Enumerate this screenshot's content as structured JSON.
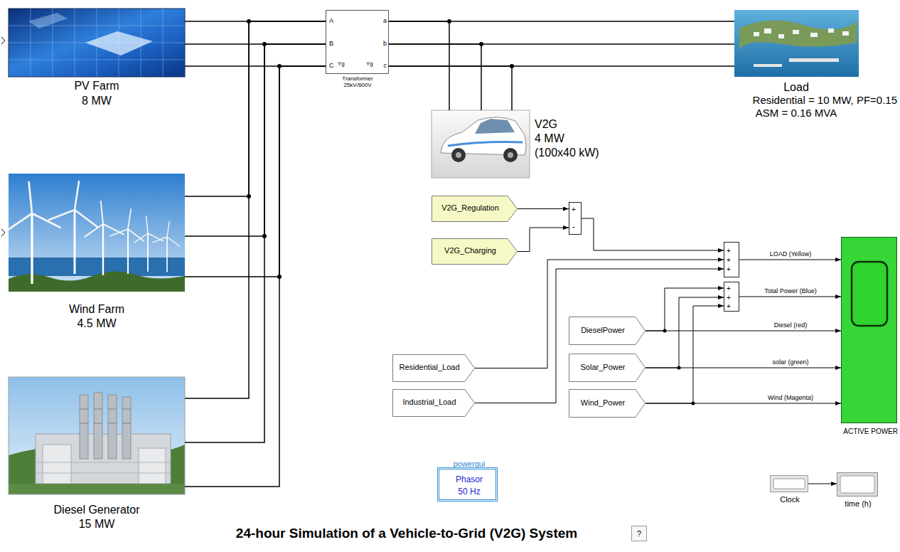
{
  "diagram": {
    "title": "24-hour Simulation of a Vehicle-to-Grid (V2G) System",
    "nodes": [
      {
        "text": [
          "PV Farm",
          "8 MW"
        ]
      },
      {
        "text": [
          "A",
          "B",
          "C",
          "Yg",
          "Yg",
          "a",
          "b",
          "c",
          "Transformer",
          "25kV/600V"
        ]
      },
      {
        "text": [
          "Load",
          "Residential = 10 MW, PF=0.15",
          "ASM = 0.16 MVA"
        ]
      },
      {
        "text": [
          "V2G",
          "4 MW",
          "(100x40 kW)"
        ]
      },
      {
        "text": [
          "V2G_Regulation"
        ]
      },
      {
        "text": [
          "V2G_Charging"
        ]
      },
      {
        "text": [
          "+",
          "-"
        ]
      },
      {
        "text": [
          "Wind Farm",
          "4.5 MW"
        ]
      },
      {
        "text": [
          "+",
          "+",
          "+"
        ]
      },
      {
        "text": [
          "+",
          "+",
          "+"
        ]
      },
      {
        "text": [
          "ACTIVE POWER"
        ]
      },
      {
        "text": [
          "DieselPower"
        ]
      },
      {
        "text": [
          "Solar_Power"
        ]
      },
      {
        "text": [
          "Wind_Power"
        ]
      },
      {
        "text": [
          "Residential_Load"
        ]
      },
      {
        "text": [
          "Industrial_Load"
        ]
      },
      {
        "text": [
          "Diesel Generator",
          "15 MW"
        ]
      },
      {
        "text": [
          "powergui",
          "Phasor",
          "50 Hz"
        ]
      },
      {
        "text": [
          "Clock"
        ]
      },
      {
        "text": [
          "time (h)"
        ]
      },
      {
        "text": [
          "?"
        ]
      }
    ],
    "edges": [
      {
        "from": 0,
        "to": 1,
        "arrow": "none"
      },
      {
        "from": 7,
        "to": 1,
        "arrow": "none"
      },
      {
        "from": 16,
        "to": 1,
        "arrow": "none"
      },
      {
        "from": 1,
        "to": 2,
        "arrow": "none"
      },
      {
        "from": 1,
        "to": 3,
        "arrow": "none"
      },
      {
        "from": 4,
        "to": 6,
        "arrow": "to"
      },
      {
        "from": 5,
        "to": 6,
        "arrow": "to"
      },
      {
        "from": 6,
        "to": 8,
        "arrow": "to"
      },
      {
        "from": 14,
        "to": 8,
        "arrow": "to"
      },
      {
        "from": 15,
        "to": 8,
        "arrow": "to"
      },
      {
        "from": 8,
        "to": 10,
        "label": "LOAD (Yellow)",
        "arrow": "to"
      },
      {
        "from": 11,
        "to": 9,
        "arrow": "to"
      },
      {
        "from": 12,
        "to": 9,
        "arrow": "to"
      },
      {
        "from": 13,
        "to": 9,
        "arrow": "to"
      },
      {
        "from": 9,
        "to": 10,
        "label": "Total Power (Blue)",
        "arrow": "to"
      },
      {
        "from": 11,
        "to": 10,
        "label": "Diesel (red)",
        "arrow": "to"
      },
      {
        "from": 12,
        "to": 10,
        "label": "solar (green)",
        "arrow": "to"
      },
      {
        "from": 13,
        "to": 10,
        "label": "Wind (Magenta)",
        "arrow": "to"
      },
      {
        "from": 18,
        "to": 19,
        "arrow": "to"
      }
    ]
  }
}
